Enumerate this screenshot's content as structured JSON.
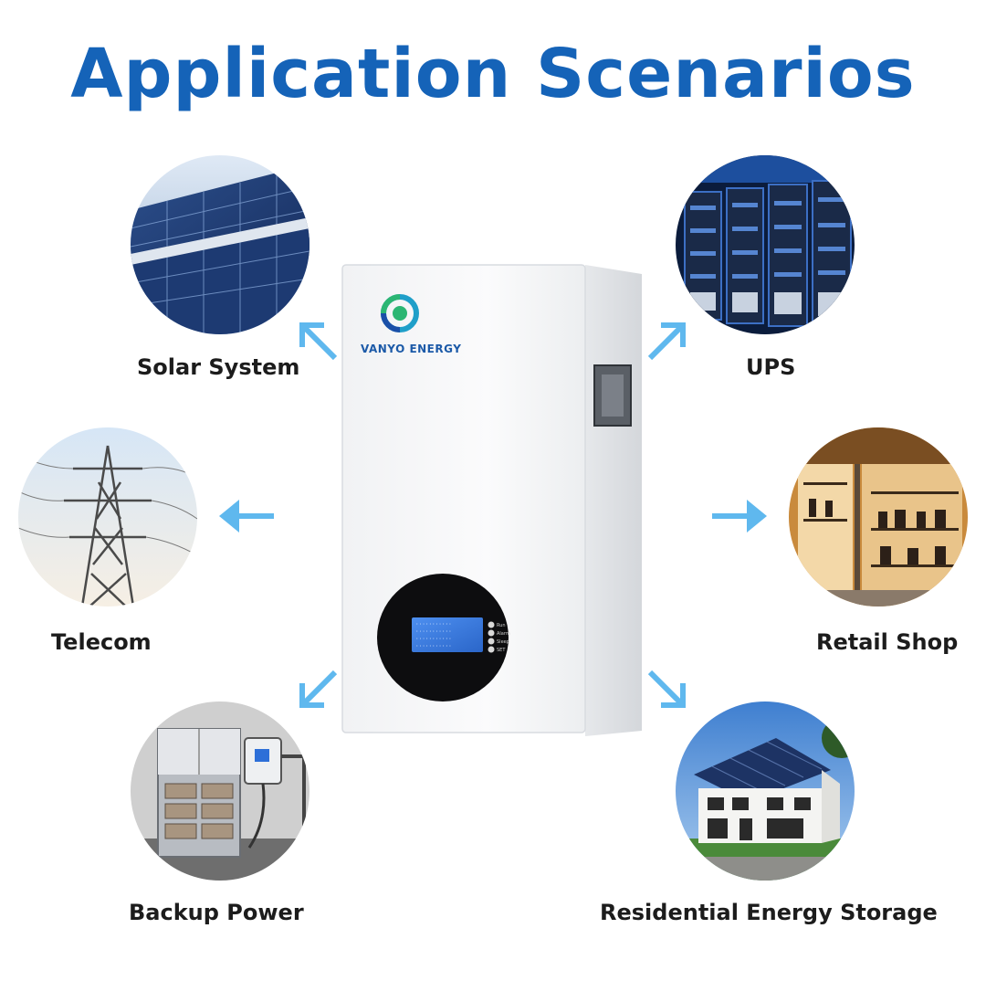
{
  "title": "Application Scenarios",
  "product": {
    "brand": "VANYO ENERGY",
    "lcd_lines": [
      "···········",
      "···········",
      "···········",
      "···········"
    ],
    "button_labels": [
      "Run",
      "Alarm",
      "Sleep",
      "SET"
    ]
  },
  "scenarios": [
    {
      "label": "Solar System",
      "icon": "solar-panel-photo"
    },
    {
      "label": "UPS",
      "icon": "server-rack-photo"
    },
    {
      "label": "Telecom",
      "icon": "power-tower-photo"
    },
    {
      "label": "Retail Shop",
      "icon": "storefront-photo"
    },
    {
      "label": "Backup Power",
      "icon": "battery-cabinet-photo"
    },
    {
      "label": "Residential Energy Storage",
      "icon": "house-photo"
    }
  ],
  "colors": {
    "title": "#1563b8",
    "arrow": "#5fb8ee",
    "label": "#1c1c1c"
  }
}
